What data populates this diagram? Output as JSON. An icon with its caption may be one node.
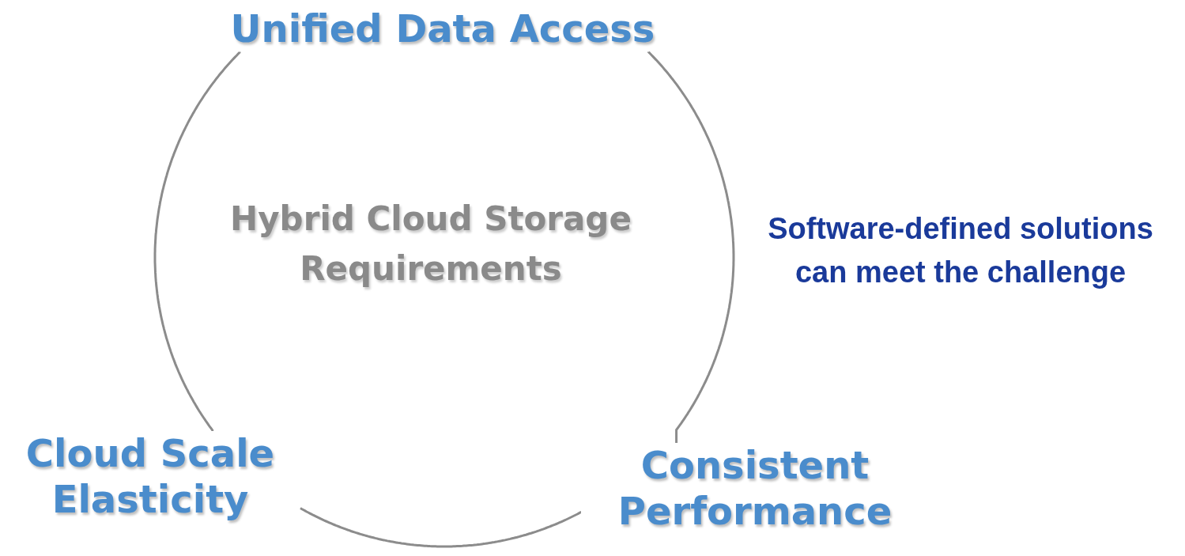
{
  "diagram": {
    "nodes": [
      {
        "text": [
          "Hybrid Cloud Storage Requirements"
        ]
      },
      {
        "text": [
          "Unified Data Access"
        ]
      },
      {
        "text": [
          "Cloud Scale Elasticity"
        ]
      },
      {
        "text": [
          "Consistent Performance"
        ]
      }
    ],
    "edges": [
      {
        "from": 1,
        "to": 2,
        "arrow": "none"
      },
      {
        "from": 2,
        "to": 3,
        "arrow": "none"
      },
      {
        "from": 3,
        "to": 1,
        "arrow": "none"
      }
    ],
    "labels": [
      "Software-defined solutions can meet the challenge"
    ]
  }
}
